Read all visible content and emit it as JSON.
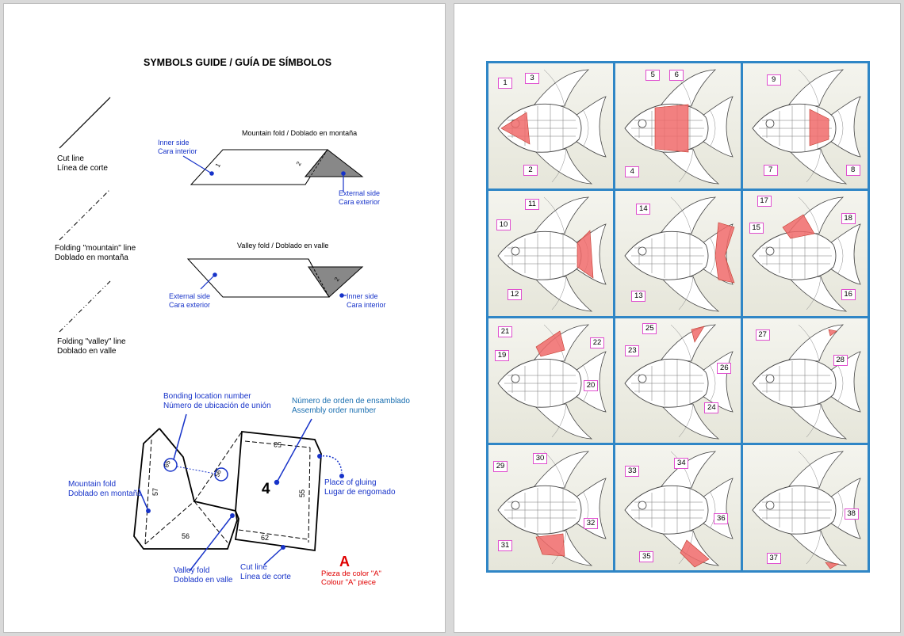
{
  "left_page": {
    "title": "SYMBOLS GUIDE / GUÍA DE SÍMBOLOS",
    "cut_line": {
      "en": "Cut line",
      "es": "Línea de corte"
    },
    "mountain_line": {
      "en": "Folding \"mountain\" line",
      "es": "Doblado en montaña"
    },
    "valley_line": {
      "en": "Folding \"valley\" line",
      "es": "Doblado en valle"
    },
    "mountain_diagram": {
      "caption": "Mountain fold / Doblado en montaña",
      "inner_en": "Inner side",
      "inner_es": "Cara interior",
      "outer_en": "External side",
      "outer_es": "Cara exterior",
      "num1": "1",
      "num2": "2"
    },
    "valley_diagram": {
      "caption": "Valley fold / Doblado en valle",
      "outer_en": "External side",
      "outer_es": "Cara exterior",
      "inner_en": "Inner side",
      "inner_es": "Cara interior",
      "num2": "2"
    },
    "piece": {
      "bonding_en": "Bonding location number",
      "bonding_es": "Número de ubicación de unión",
      "order_es": "Número de orden de ensamblado",
      "order_en": "Assembly order number",
      "mountain_en": "Mountain fold",
      "mountain_es": "Doblado en montaña",
      "gluing_en": "Place of gluing",
      "gluing_es": "Lugar de engomado",
      "valley_en": "Valley fold",
      "valley_es": "Doblado en valle",
      "cut_en": "Cut line",
      "cut_es": "Línea de corte",
      "order_number": "4",
      "n53": "53",
      "n57": "57",
      "n55": "55",
      "n56": "56",
      "n62": "62",
      "c1": "65",
      "c2": "56",
      "color_letter": "A",
      "color_es": "Pieza de color \"A\"",
      "color_en": "Colour \"A\" piece"
    }
  },
  "right_page": {
    "cells": [
      {
        "labels": [
          "1",
          "3",
          "2"
        ]
      },
      {
        "labels": [
          "5",
          "6",
          "4"
        ]
      },
      {
        "labels": [
          "9",
          "7",
          "8"
        ]
      },
      {
        "labels": [
          "11",
          "10",
          "12"
        ]
      },
      {
        "labels": [
          "14",
          "13"
        ]
      },
      {
        "labels": [
          "17",
          "18",
          "15",
          "16"
        ]
      },
      {
        "labels": [
          "21",
          "22",
          "19",
          "20"
        ]
      },
      {
        "labels": [
          "25",
          "23",
          "26",
          "24"
        ]
      },
      {
        "labels": [
          "27",
          "28"
        ]
      },
      {
        "labels": [
          "29",
          "30",
          "32",
          "31"
        ]
      },
      {
        "labels": [
          "33",
          "34",
          "36",
          "35"
        ]
      },
      {
        "labels": [
          "38",
          "37"
        ]
      }
    ]
  },
  "colors": {
    "highlight": "#f06a6a",
    "grid_border": "#2f86c6",
    "label_border": "#e04fcf",
    "leader_blue": "#1733c9"
  }
}
